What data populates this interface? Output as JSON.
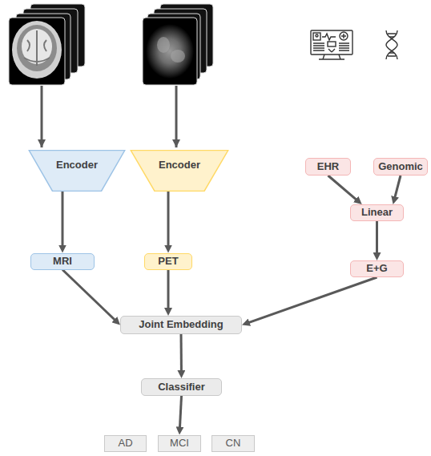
{
  "diagram": {
    "nodes": [
      {
        "text": [
          "Encoder"
        ]
      },
      {
        "text": [
          "Encoder"
        ]
      },
      {
        "text": [
          "EHR"
        ]
      },
      {
        "text": [
          "Genomic"
        ]
      },
      {
        "text": [
          "Linear"
        ]
      },
      {
        "text": [
          "MRI"
        ]
      },
      {
        "text": [
          "PET"
        ]
      },
      {
        "text": [
          "E+G"
        ]
      },
      {
        "text": [
          "Joint Embedding"
        ]
      },
      {
        "text": [
          "Classifier"
        ]
      },
      {
        "text": [
          "AD"
        ]
      },
      {
        "text": [
          "MCI"
        ]
      },
      {
        "text": [
          "CN"
        ]
      }
    ],
    "edges": [
      {
        "from": 0,
        "to": 5,
        "arrow": "to"
      },
      {
        "from": 1,
        "to": 6,
        "arrow": "to"
      },
      {
        "from": 2,
        "to": 4,
        "arrow": "to"
      },
      {
        "from": 3,
        "to": 4,
        "arrow": "to"
      },
      {
        "from": 4,
        "to": 7,
        "arrow": "to"
      },
      {
        "from": 5,
        "to": 8,
        "arrow": "to"
      },
      {
        "from": 6,
        "to": 8,
        "arrow": "to"
      },
      {
        "from": 7,
        "to": 8,
        "arrow": "to"
      },
      {
        "from": 8,
        "to": 9,
        "arrow": "to"
      },
      {
        "from": 9,
        "to": 11,
        "arrow": "to"
      }
    ]
  }
}
